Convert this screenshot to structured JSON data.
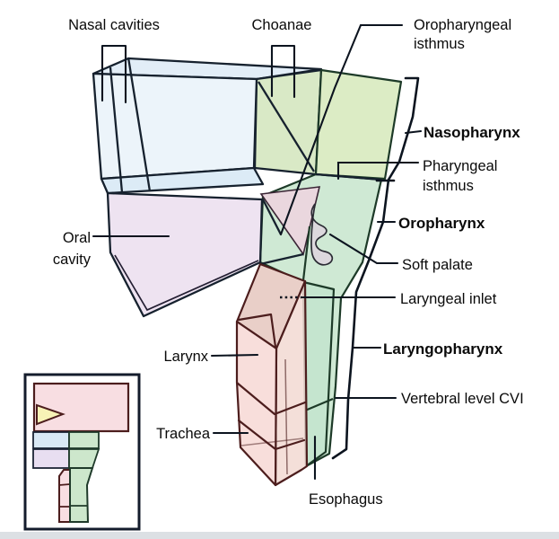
{
  "labels": {
    "nasal_cavities": "Nasal cavities",
    "choanae": "Choanae",
    "oropharyngeal_isthmus": [
      "Oropharyngeal",
      "isthmus"
    ],
    "nasopharynx": "Nasopharynx",
    "pharyngeal_isthmus": [
      "Pharyngeal",
      "isthmus"
    ],
    "oropharynx": "Oropharynx",
    "soft_palate": "Soft palate",
    "laryngeal_inlet": "Laryngeal inlet",
    "laryngopharynx": "Laryngopharynx",
    "vertebral_level_cvi": "Vertebral level CVI",
    "oral_cavity": [
      "Oral",
      "cavity"
    ],
    "larynx": "Larynx",
    "trachea": "Trachea",
    "esophagus": "Esophagus"
  },
  "colors": {
    "background": "#ffffff",
    "footer_strip": "#dce0e4",
    "nasal_top_fill": "#e2edf7",
    "nasal_cavity_fill": "#ecf4fa",
    "palate_strip_fill": "#dcebf6",
    "choanae_fill": "#d9e9c6",
    "nasopharynx_fill": "#dcecc5",
    "oropharynx_fill": "#cfe9d4",
    "esophagus_fill": "#c5e5cf",
    "oral_cavity_fill": "#eee3f1",
    "tongue_back_fill": "#ead7de",
    "soft_palate_fill": "#dcd8dd",
    "larynx_top_fill": "#e9cfc8",
    "larynx_front_fill": "#f8dedb",
    "larynx_side_fill": "#f2d9d2",
    "dark_outline": "#0f1722",
    "larynx_outline": "#4c1d1d",
    "green_outline": "#1d3a28",
    "inset_pink": "#f8dee2",
    "inset_blue": "#d9e9f5",
    "inset_green": "#cde7cc",
    "inset_purple": "#e8def1",
    "inset_arrow": "#f7f2b6",
    "text": "#0a0a0a"
  }
}
